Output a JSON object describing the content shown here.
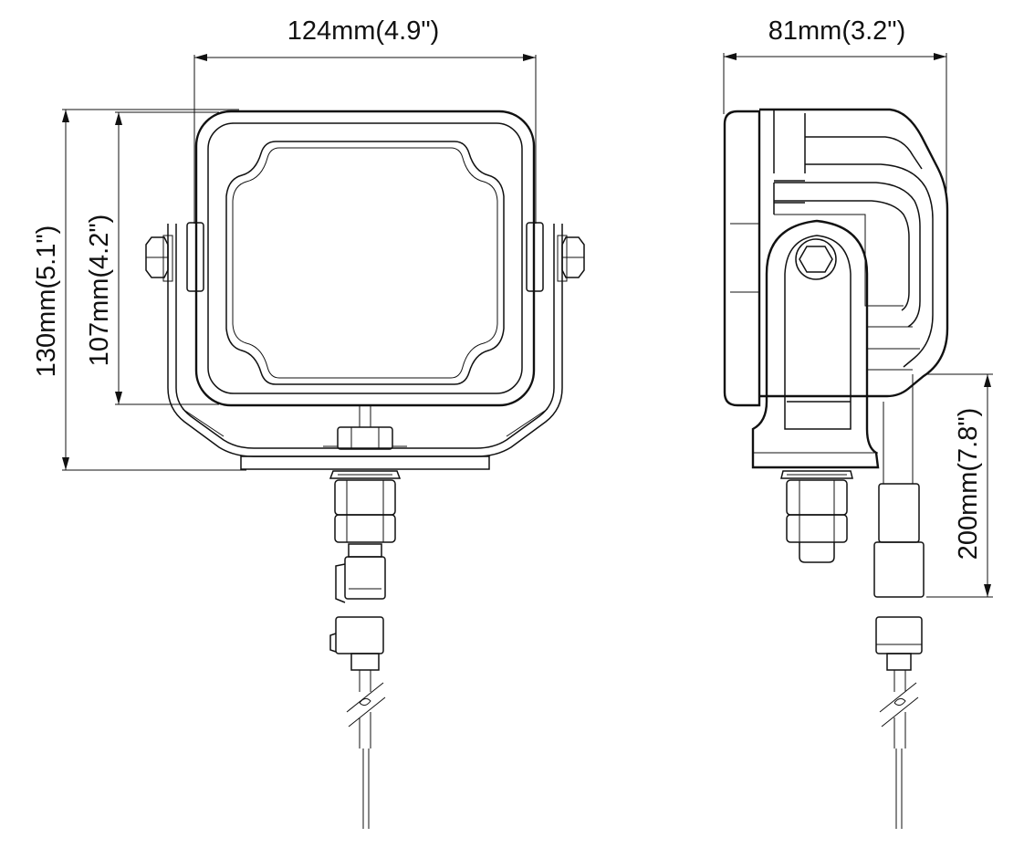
{
  "dimensions": {
    "front_width": "124mm(4.9\")",
    "side_width": "81mm(3.2\")",
    "total_height": "130mm(5.1\")",
    "lens_height": "107mm(4.2\")",
    "cable_length": "200mm(7.8\")"
  }
}
